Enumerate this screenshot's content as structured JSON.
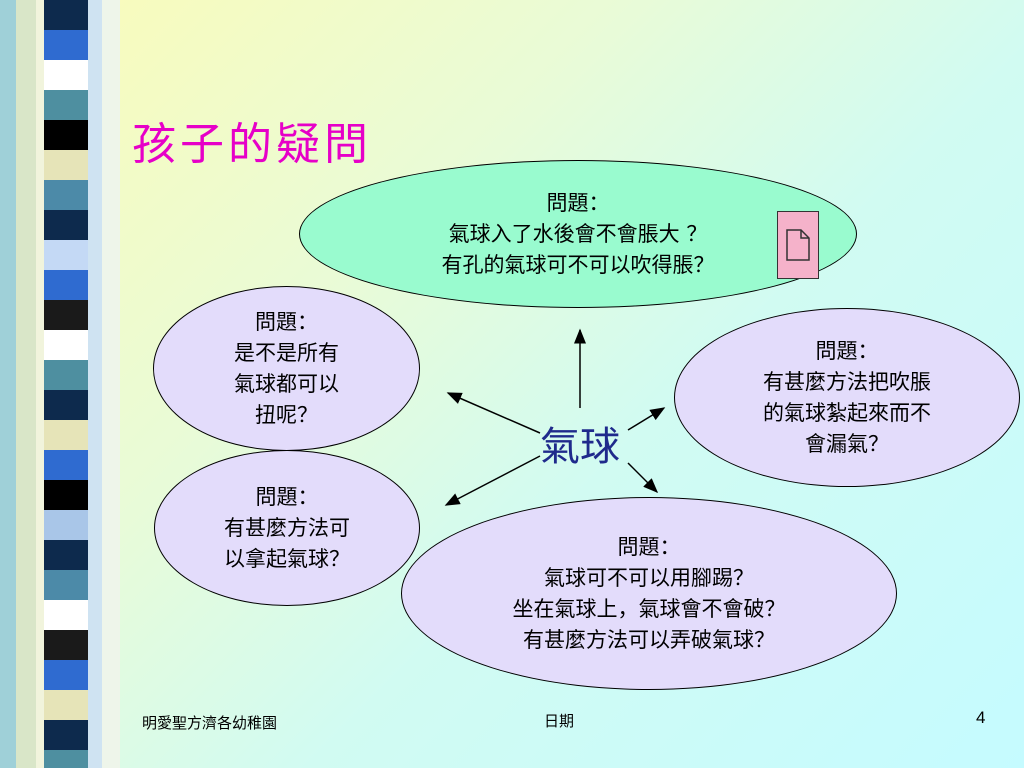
{
  "slide": {
    "title": "孩子的疑問",
    "center": "氣球",
    "page_number": "4"
  },
  "bubbles": {
    "top": {
      "heading": "問題：",
      "lines": [
        "氣球入了水後會不會脹大 ？",
        "有孔的氣球可不可以吹得脹？"
      ]
    },
    "left_upper": {
      "heading": "問題：",
      "lines": [
        "是不是所有",
        "氣球都可以",
        "扭呢？"
      ]
    },
    "right": {
      "heading": "問題：",
      "lines": [
        "有甚麼方法把吹脹",
        "的氣球紮起來而不",
        "會漏氣？"
      ]
    },
    "left_lower": {
      "heading": "問題：",
      "lines": [
        "有甚麼方法可",
        "以拿起氣球？"
      ]
    },
    "bottom": {
      "heading": "問題：",
      "lines": [
        "氣球可不可以用腳踢？",
        "坐在氣球上，氣球會不會破？",
        "有甚麼方法可以弄破氣球？"
      ]
    }
  },
  "footer": {
    "left": "明愛聖方濟各幼稚園",
    "center": "日期"
  },
  "colors": {
    "title": "#e600c8",
    "center_word": "#1f2a8c",
    "green_bubble": "#99fbcf",
    "purple_bubble": "#e3dcfb",
    "doc_icon": "#f5b2ca"
  },
  "icons": {
    "document": "document-icon"
  }
}
